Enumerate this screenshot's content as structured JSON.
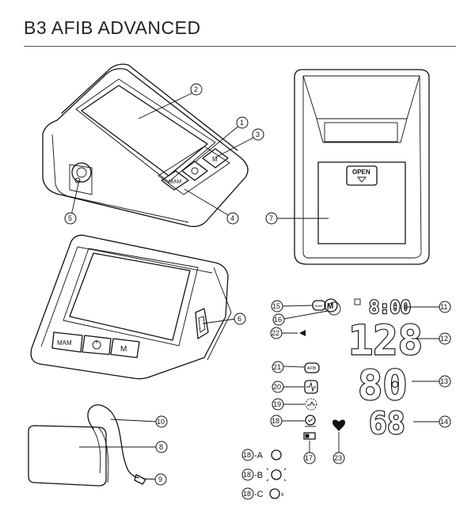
{
  "title": "B3 AFIB ADVANCED",
  "callouts": [
    "1",
    "2",
    "3",
    "4",
    "5",
    "6",
    "7",
    "8",
    "9",
    "10",
    "11",
    "12",
    "13",
    "14",
    "15",
    "16",
    "17",
    "18",
    "19",
    "20",
    "21",
    "22",
    "23"
  ],
  "variants": [
    {
      "num": "18",
      "suffix": "-A"
    },
    {
      "num": "18",
      "suffix": "-B"
    },
    {
      "num": "18",
      "suffix": "-C"
    }
  ],
  "device": {
    "mam_label": "MAM",
    "m_label": "M",
    "open_label": "OPEN"
  },
  "display": {
    "time": "8:00",
    "systolic": "128",
    "diastolic": "80",
    "pulse": "68",
    "mam_icon_label": "MAM",
    "m_icon_label": "M",
    "afib_label": "AFIB"
  }
}
